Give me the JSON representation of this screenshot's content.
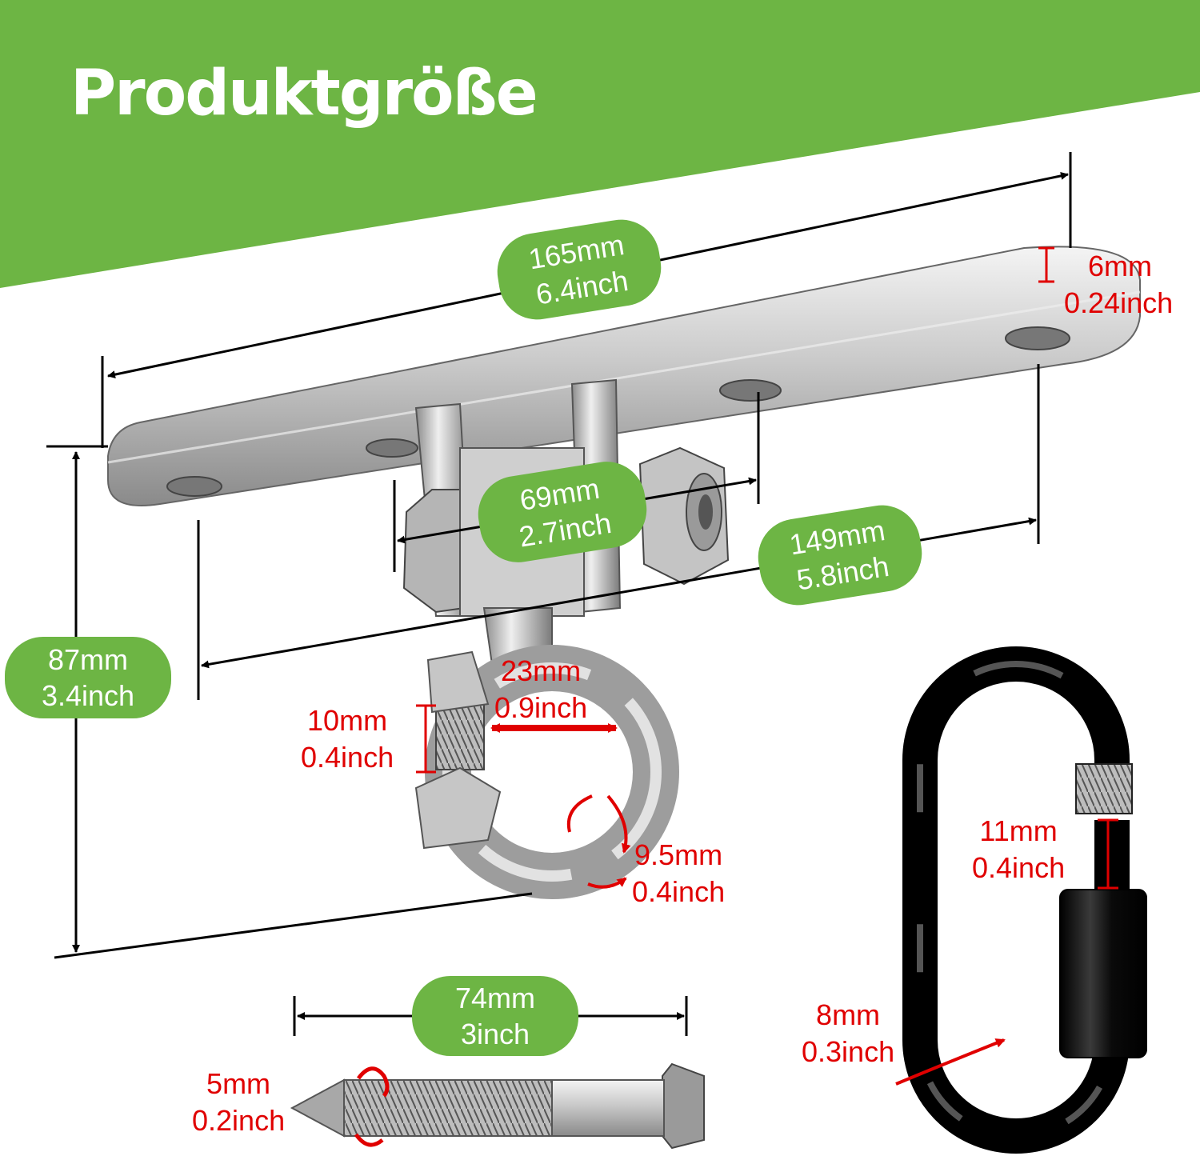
{
  "title": "Produktgröße",
  "colors": {
    "green": "#6db544",
    "red": "#e00000"
  },
  "dimensions": {
    "plate_length": {
      "mm": "165mm",
      "inch": "6.4inch"
    },
    "plate_thickness": {
      "mm": "6mm",
      "inch": "0.24inch"
    },
    "hole_spacing_inner": {
      "mm": "69mm",
      "inch": "2.7inch"
    },
    "hole_spacing_outer": {
      "mm": "149mm",
      "inch": "5.8inch"
    },
    "total_height": {
      "mm": "87mm",
      "inch": "3.4inch"
    },
    "ring_inner": {
      "mm": "23mm",
      "inch": "0.9inch"
    },
    "bolt_length": {
      "mm": "10mm",
      "inch": "0.4inch"
    },
    "ring_thickness": {
      "mm": "9.5mm",
      "inch": "0.4inch"
    },
    "screw_length": {
      "mm": "74mm",
      "inch": "3inch"
    },
    "screw_diameter": {
      "mm": "5mm",
      "inch": "0.2inch"
    },
    "carabiner_gap": {
      "mm": "11mm",
      "inch": "0.4inch"
    },
    "carabiner_wire": {
      "mm": "8mm",
      "inch": "0.3inch"
    }
  }
}
